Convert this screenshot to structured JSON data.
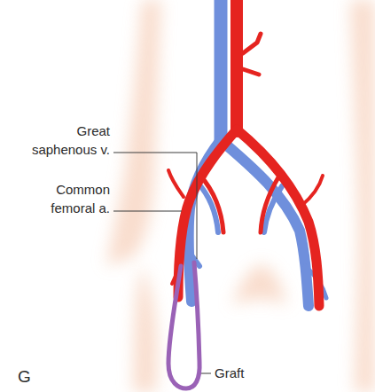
{
  "diagram": {
    "labels": [
      "Great saphenous v.",
      "Common femoral a.",
      "Graft",
      "G"
    ]
  }
}
